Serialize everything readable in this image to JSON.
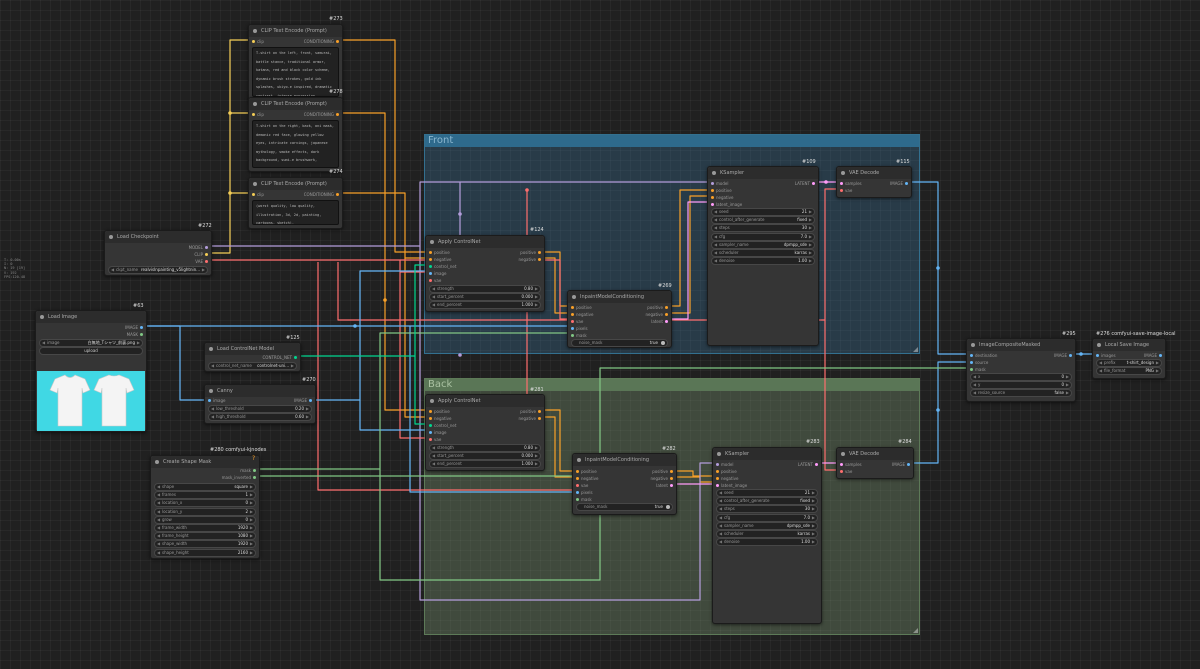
{
  "stats": [
    "T: 0.00s",
    "I: 0",
    "N: 19 [19]",
    "V: 192",
    "FPS:120.48"
  ],
  "groups": {
    "front": "Front",
    "back": "Back"
  },
  "colors": {
    "clip": "#f4cd56",
    "conditioning": "#f8a028",
    "model": "#b39ddb",
    "vae": "#ff6e6e",
    "image": "#64b5f6",
    "mask": "#81c784",
    "latent": "#ff9cf9",
    "control_net": "#00d68f"
  },
  "nodes": {
    "clip273": {
      "title": "CLIP Text Encode (Prompt)",
      "id": "#273",
      "in_clip": "clip",
      "out": "CONDITIONING",
      "text": "T-shirt on the left, front, samurai, battle stance, traditional armor, katana, red and black color scheme, dynamic brush strokes, gold ink splashes, ukiyo-e inspired, dramatic contrast, intense expression"
    },
    "clip278": {
      "title": "CLIP Text Encode (Prompt)",
      "id": "#278",
      "in_clip": "clip",
      "out": "CONDITIONING",
      "text": "T-shirt on the right, back, oni mask, demonic red face, glowing yellow eyes, intricate carvings, japanese mythology, smoke effects, dark background, sumi-e brushwork, mystical ambiance"
    },
    "clip274": {
      "title": "CLIP Text Encode (Prompt)",
      "id": "#274",
      "in_clip": "clip",
      "out": "CONDITIONING",
      "text": "(worst quality, low quality, illustration, 3d, 2d, painting, cartoons, sketch),"
    },
    "ckpt": {
      "title": "Load Checkpoint",
      "id": "#272",
      "out_model": "MODEL",
      "out_clip": "CLIP",
      "out_vae": "VAE",
      "ckpt_label": "ckpt_name",
      "ckpt_value": "realvisInpainting_v5lightnin..."
    },
    "loadimg": {
      "title": "Load Image",
      "id": "#63",
      "out_image": "IMAGE",
      "out_mask": "MASK",
      "image_label": "image",
      "image_value": "白無地_Tシャツ_前裏.png",
      "upload": "upload"
    },
    "lcn": {
      "title": "Load ControlNet Model",
      "id": "#125",
      "out": "CONTROL_NET",
      "label": "control_net_name",
      "value": "controlnet-uni..."
    },
    "canny": {
      "title": "Canny",
      "id": "#270",
      "in_image": "image",
      "out": "IMAGE",
      "low_label": "low_threshold",
      "low_value": "0.20",
      "high_label": "high_threshold",
      "high_value": "0.60"
    },
    "shape": {
      "title": "Create Shape Mask",
      "id": "#280 comfyui-kjnodes",
      "out_mask": "mask",
      "out_inv": "mask_inverted",
      "widgets": [
        {
          "label": "shape",
          "value": "square"
        },
        {
          "label": "frames",
          "value": "1"
        },
        {
          "label": "location_x",
          "value": "0"
        },
        {
          "label": "location_y",
          "value": "2"
        },
        {
          "label": "grow",
          "value": "0"
        },
        {
          "label": "frame_width",
          "value": "1920"
        },
        {
          "label": "frame_height",
          "value": "1080"
        },
        {
          "label": "shape_width",
          "value": "1920"
        },
        {
          "label": "shape_height",
          "value": "2160"
        }
      ]
    },
    "acn124": {
      "title": "Apply ControlNet",
      "id": "#124",
      "inputs": [
        "positive",
        "negative",
        "control_net",
        "image",
        "vae"
      ],
      "out_pos": "positive",
      "out_neg": "negative",
      "widgets": [
        {
          "label": "strength",
          "value": "0.80"
        },
        {
          "label": "start_percent",
          "value": "0.000"
        },
        {
          "label": "end_percent",
          "value": "1.000"
        }
      ]
    },
    "acn281": {
      "title": "Apply ControlNet",
      "id": "#281",
      "inputs": [
        "positive",
        "negative",
        "control_net",
        "image",
        "vae"
      ],
      "out_pos": "positive",
      "out_neg": "negative",
      "widgets": [
        {
          "label": "strength",
          "value": "0.80"
        },
        {
          "label": "start_percent",
          "value": "0.000"
        },
        {
          "label": "end_percent",
          "value": "1.000"
        }
      ]
    },
    "imc269": {
      "title": "InpaintModelConditioning",
      "id": "#269",
      "inputs": [
        "positive",
        "negative",
        "vae",
        "pixels",
        "mask"
      ],
      "outputs": [
        "positive",
        "negative",
        "latent"
      ],
      "noise_label": "noise_mask",
      "noise_value": "true"
    },
    "imc282": {
      "title": "InpaintModelConditioning",
      "id": "#282",
      "inputs": [
        "positive",
        "negative",
        "vae",
        "pixels",
        "mask"
      ],
      "outputs": [
        "positive",
        "negative",
        "latent"
      ],
      "noise_label": "noise_mask",
      "noise_value": "true"
    },
    "ks109": {
      "title": "KSampler",
      "id": "#109",
      "inputs": [
        "model",
        "positive",
        "negative",
        "latent_image"
      ],
      "out": "LATENT",
      "widgets": [
        {
          "label": "seed",
          "value": "21"
        },
        {
          "label": "control_after_generate",
          "value": "fixed"
        },
        {
          "label": "steps",
          "value": "30"
        },
        {
          "label": "cfg",
          "value": "7.0"
        },
        {
          "label": "sampler_name",
          "value": "dpmpp_sde"
        },
        {
          "label": "scheduler",
          "value": "karras"
        },
        {
          "label": "denoise",
          "value": "1.00"
        }
      ]
    },
    "ks283": {
      "title": "KSampler",
      "id": "#283",
      "inputs": [
        "model",
        "positive",
        "negative",
        "latent_image"
      ],
      "out": "LATENT",
      "widgets": [
        {
          "label": "seed",
          "value": "21"
        },
        {
          "label": "control_after_generate",
          "value": "fixed"
        },
        {
          "label": "steps",
          "value": "30"
        },
        {
          "label": "cfg",
          "value": "7.0"
        },
        {
          "label": "sampler_name",
          "value": "dpmpp_sde"
        },
        {
          "label": "scheduler",
          "value": "karras"
        },
        {
          "label": "denoise",
          "value": "1.00"
        }
      ]
    },
    "vae115": {
      "title": "VAE Decode",
      "id": "#115",
      "inputs": [
        "samples",
        "vae"
      ],
      "out": "IMAGE"
    },
    "vae284": {
      "title": "VAE Decode",
      "id": "#284",
      "inputs": [
        "samples",
        "vae"
      ],
      "out": "IMAGE"
    },
    "icm": {
      "title": "ImageCompositeMasked",
      "id": "#295",
      "inputs": [
        "destination",
        "source",
        "mask"
      ],
      "out": "IMAGE",
      "widgets": [
        {
          "label": "x",
          "value": "0"
        },
        {
          "label": "y",
          "value": "0"
        },
        {
          "label": "resize_source",
          "value": "false"
        }
      ]
    },
    "save": {
      "title": "Local Save Image",
      "id": "#276 comfyui-save-image-local",
      "in": "images",
      "out": "IMAGE",
      "widgets": [
        {
          "label": "prefix",
          "value": "t-shirt_design"
        },
        {
          "label": "file_format",
          "value": "PNG"
        }
      ]
    }
  }
}
